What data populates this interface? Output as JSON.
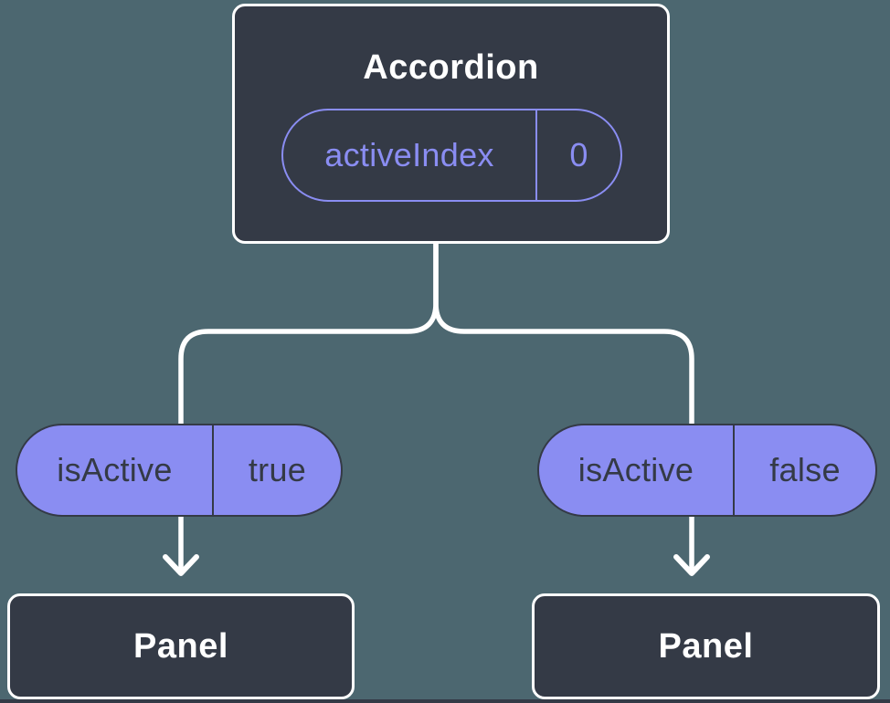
{
  "colors": {
    "background": "#4c6770",
    "node-fill": "#343a46",
    "node-border": "#ffffff",
    "accent": "#8a8df2",
    "dark-text": "#343a46",
    "line": "#ffffff"
  },
  "tree": {
    "root": {
      "title": "Accordion",
      "state_pill": {
        "name": "activeIndex",
        "value": "0"
      }
    },
    "branches": [
      {
        "side": "left",
        "prop_pill": {
          "name": "isActive",
          "value": "true"
        },
        "child": {
          "title": "Panel"
        }
      },
      {
        "side": "right",
        "prop_pill": {
          "name": "isActive",
          "value": "false"
        },
        "child": {
          "title": "Panel"
        }
      }
    ]
  }
}
